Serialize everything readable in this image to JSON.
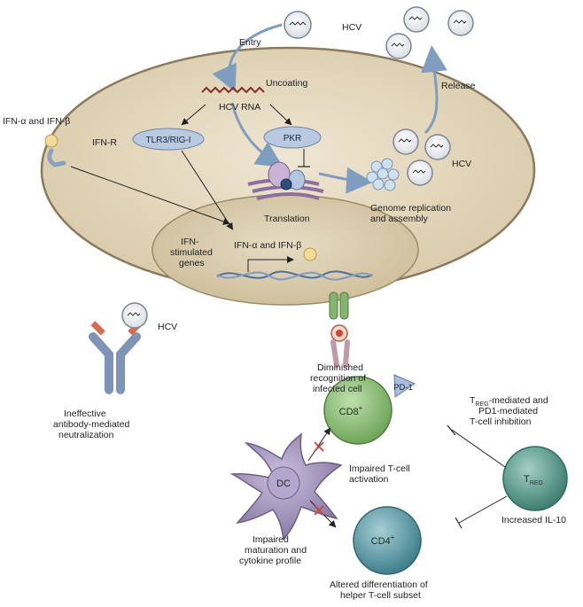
{
  "labels": {
    "entry": "Entry",
    "hcv_top": "HCV",
    "uncoating": "Uncoating",
    "hcv_rna": "HCV RNA",
    "release": "Release",
    "ifn_ab_outside": "IFN-α and IFN-β",
    "ifn_r": "IFN-R",
    "tlr3": "TLR3/RIG-I",
    "pkr": "PKR",
    "hcv_cluster": "HCV",
    "translation": "Translation",
    "genome_replication_1": "Genome replication",
    "genome_replication_2": "and assembly",
    "isg_1": "IFN-",
    "isg_2": "stimulated",
    "isg_3": "genes",
    "ifn_ab_nucleus": "IFN-α and IFN-β",
    "hcv_antibody": "HCV",
    "ineffective_1": "Ineffective",
    "ineffective_2": "antibody-mediated",
    "ineffective_3": "neutralization",
    "diminished_1": "Diminished",
    "diminished_2": "recognition of",
    "diminished_3": "infected cell",
    "pd1": "PD-1",
    "cd8": "CD8",
    "cd8_sup": "+",
    "treg_1_a": "T",
    "treg_1_sub": "REG",
    "treg_1_b": "-mediated and",
    "treg_2": "PD1-mediated",
    "treg_3": "T-cell inhibition",
    "dc": "DC",
    "impaired_t_1": "Impaired T-cell",
    "impaired_t_2": "activation",
    "treg_cell_a": "T",
    "treg_cell_sub": "REG",
    "increased_il10": "Increased IL-10",
    "cd4": "CD4",
    "cd4_sup": "+",
    "impaired_mat_1": "Impaired",
    "impaired_mat_2": "maturation and",
    "impaired_mat_3": "cytokine profile",
    "altered_1": "Altered differentiation of",
    "altered_2": "helper T-cell subset"
  },
  "colors": {
    "cell_fill": "#e7dcc4",
    "cell_stroke": "#8a7b5f",
    "nucleus_fill": "#ddd0b4",
    "pill_fill": "#b9c9e0",
    "arrow_blue": "#7f9dbf",
    "cd8_fill": "#8fbf7a",
    "cd4_fill": "#5d9aa6",
    "treg_fill": "#5e9c90",
    "dc_fill": "#a99abf",
    "inhibit_red": "#d0443a"
  }
}
